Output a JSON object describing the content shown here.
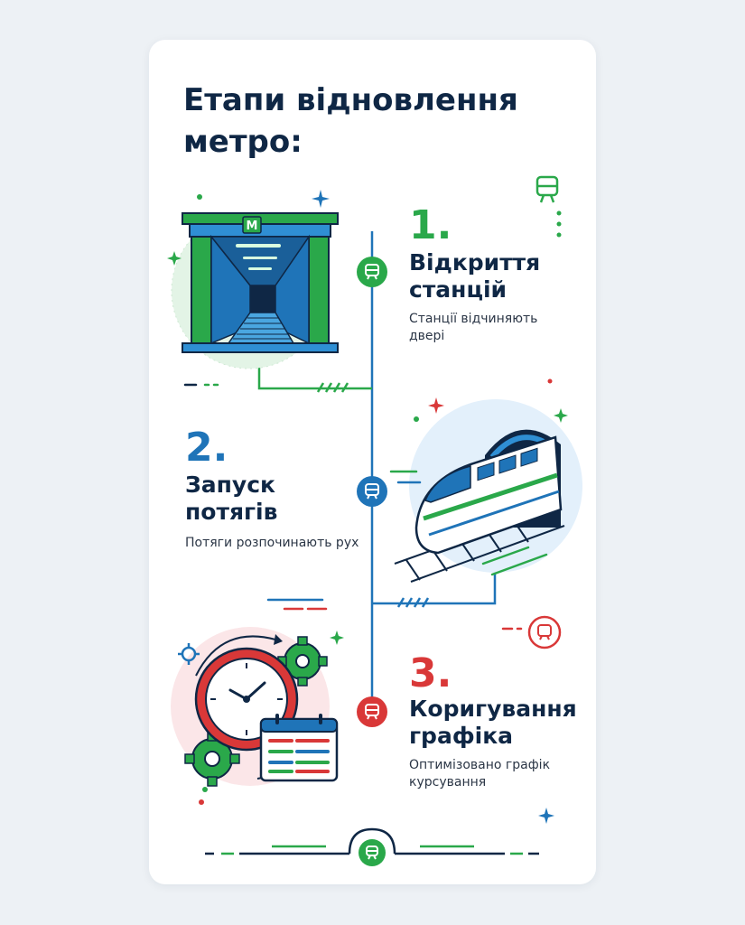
{
  "title": "Етапи відновлення метро:",
  "colors": {
    "navy": "#0f2745",
    "green": "#2aa84a",
    "blue": "#1f74b8",
    "red": "#d93838",
    "timeline": "#1f74b8"
  },
  "steps": [
    {
      "number": "1.",
      "title": "Відкриття станцій",
      "description": "Станції відчиняють двері",
      "illustration": "metro-station-entrance",
      "marker_icon": "train-icon"
    },
    {
      "number": "2.",
      "title": "Запуск потягів",
      "description": "Потяги розпочинають рух",
      "illustration": "high-speed-train-tunnel",
      "marker_icon": "train-icon"
    },
    {
      "number": "3.",
      "title": "Коригування графіка",
      "description": "Оптимізовано графік курсування",
      "illustration": "clock-gears-schedule",
      "marker_icon": "train-icon"
    }
  ],
  "station_sign": "M",
  "decor_icons": [
    "train-icon",
    "metro-icon",
    "sparkle-icon",
    "gear-icon",
    "calendar-icon"
  ]
}
